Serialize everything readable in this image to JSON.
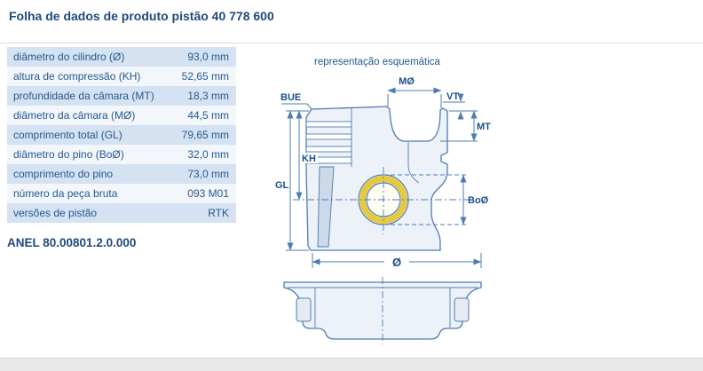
{
  "page": {
    "title": "Folha de dados de produto pistão 40 778 600"
  },
  "table": {
    "rows": [
      {
        "label": "diâmetro do cilindro (Ø)",
        "value": "93,0 mm"
      },
      {
        "label": "altura de compressão (KH)",
        "value": "52,65 mm"
      },
      {
        "label": "profundidade da câmara (MT)",
        "value": "18,3 mm"
      },
      {
        "label": "diâmetro da câmara (MØ)",
        "value": "44,5 mm"
      },
      {
        "label": "comprimento total (GL)",
        "value": "79,65 mm"
      },
      {
        "label": "diâmetro do pino (BoØ)",
        "value": "32,0 mm"
      },
      {
        "label": "comprimento do pino",
        "value": "73,0 mm"
      },
      {
        "label": "número da peça bruta",
        "value": "093 M01"
      },
      {
        "label": "versões de pistão",
        "value": "RTK"
      }
    ]
  },
  "ring_note": "ANEL 80.00801.2.0.000",
  "schematic": {
    "caption": "representação esquemática",
    "labels": {
      "mo": "MØ",
      "vt": "VT",
      "mt": "MT",
      "bue": "BUE",
      "kh": "KH",
      "gl": "GL",
      "boo": "BoØ",
      "diameter": "Ø"
    }
  },
  "colors": {
    "title_navy": "#1e4a7d",
    "table_text": "#24598f",
    "row_alt": "#d5e2f1",
    "row_base": "#f3f6fa",
    "line_blue": "#4f7cb0",
    "pin_yellow": "#e7c93d"
  }
}
